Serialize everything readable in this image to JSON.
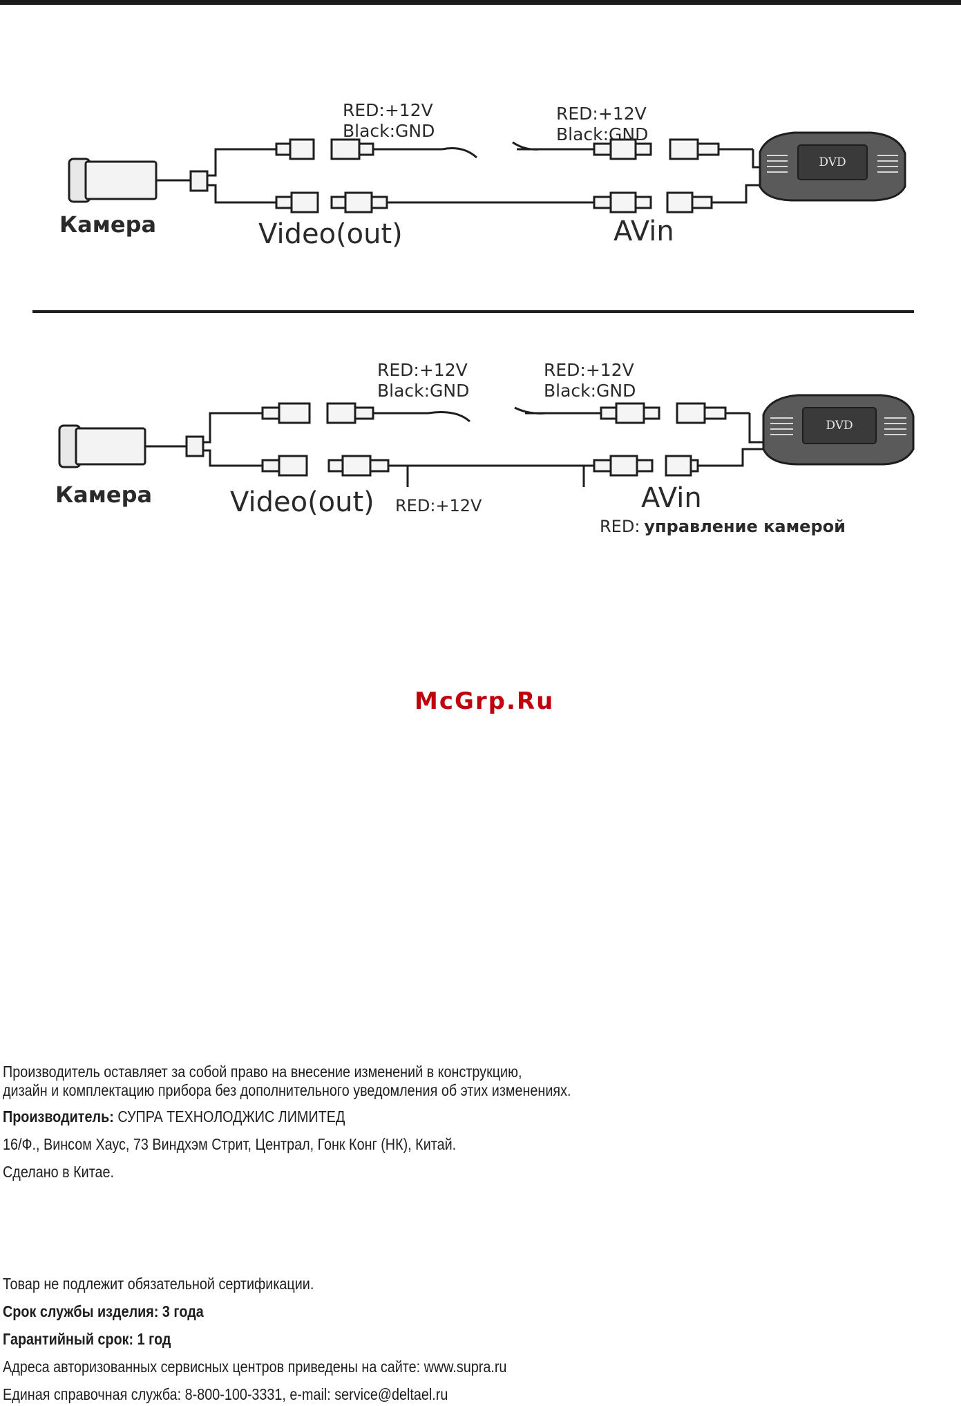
{
  "diagram1": {
    "left_power": {
      "red": "RED:+12V",
      "black": "Black:GND"
    },
    "right_power": {
      "red": "RED:+12V",
      "black": "Black:GND"
    },
    "camera_label": "Камера",
    "video_label": "Video(out)",
    "avin_label": "AVin",
    "dvd_label": "DVD"
  },
  "diagram2": {
    "left_power": {
      "red": "RED:+12V",
      "black": "Black:GND"
    },
    "right_power": {
      "red": "RED:+12V",
      "black": "Black:GND"
    },
    "camera_label": "Камера",
    "video_label": "Video(out)",
    "video_red_label": "RED:+12V",
    "avin_label": "AVin",
    "avin_red_prefix": "RED:",
    "avin_red_text": "управление камерой",
    "dvd_label": "DVD"
  },
  "watermark": "McGrp.Ru",
  "footer": {
    "disclaimer_line1": "Производитель оставляет за собой право на внесение изменений в конструкцию,",
    "disclaimer_line2": "дизайн и комплектацию прибора без дополнительного уведомления об этих изменениях.",
    "manufacturer_label": "Производитель:",
    "manufacturer_name": "СУПРА ТЕХНОЛОДЖИС ЛИМИТЕД",
    "address": "16/Ф., Винсом Хаус, 73 Виндхэм Стрит, Централ, Гонк Конг (НК), Китай.",
    "made_in": "Сделано в Китае.",
    "certification": "Товар не подлежит обязательной сертификации.",
    "service_life": "Срок службы изделия: 3 года",
    "warranty": "Гарантийный срок: 1 год",
    "service_centers": "Адреса авторизованных сервисных центров приведены на сайте: www.supra.ru",
    "helpline": "Единая справочная служба: 8-800-100-3331, e-mail: service@deltael.ru"
  }
}
